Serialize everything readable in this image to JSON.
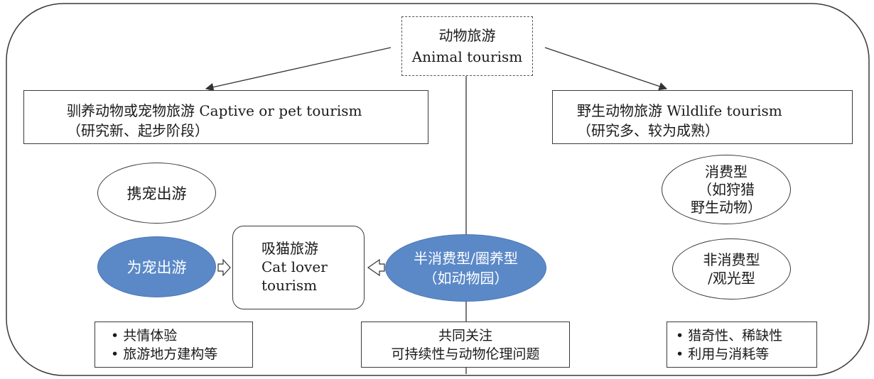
{
  "root": {
    "zh": "动物旅游",
    "en": "Animal tourism"
  },
  "captive": {
    "title": "驯养动物或宠物旅游 Captive or pet tourism",
    "note": "（研究新、起步阶段）"
  },
  "wildlife": {
    "title": "野生动物旅游 Wildlife tourism",
    "note": "（研究多、较为成熟）"
  },
  "pet_travel": {
    "label": "携宠出游"
  },
  "for_pet_travel": {
    "label": "为宠出游"
  },
  "cat_tourism": {
    "zh": "吸猫旅游",
    "en_1": "Cat lover",
    "en_2": "tourism"
  },
  "semi_consumptive": {
    "line1": "半消费型/圈养型",
    "line2": "（如动物园）"
  },
  "consumptive": {
    "line1": "消费型",
    "line2": "（如狩猎",
    "line3": "野生动物）"
  },
  "non_consumptive": {
    "line1": "非消费型",
    "line2": "/观光型"
  },
  "left_notes": [
    "共情体验",
    "旅游地方建构等"
  ],
  "center_note": {
    "line1": "共同关注",
    "line2": "可持续性与动物伦理问题"
  },
  "right_notes": [
    "猎奇性、稀缺性",
    "利用与消耗等"
  ],
  "colors": {
    "ellipse_fill": "#5b89c8",
    "stroke": "#3a3a3a"
  }
}
